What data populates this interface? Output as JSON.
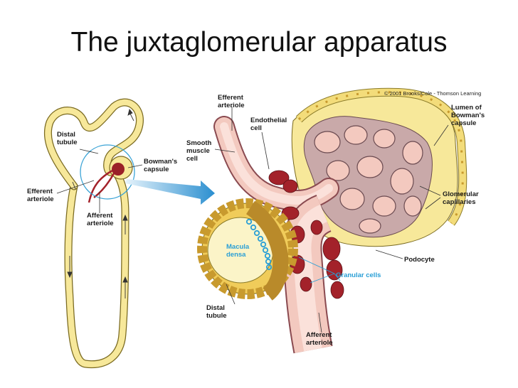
{
  "title": "The juxtaglomerular apparatus",
  "copyright": "© 2001 Brooks/Cole - Thomson Learning",
  "left_labels": {
    "distal_tubule": [
      "Distal",
      "tubule"
    ],
    "bowmans_capsule": [
      "Bowman's",
      "capsule"
    ],
    "efferent_arteriole": [
      "Efferent",
      "arteriole"
    ],
    "afferent_arteriole": [
      "Afferent",
      "arteriole"
    ]
  },
  "right_labels": {
    "efferent_arteriole": [
      "Efferent",
      "arteriole"
    ],
    "endothelial_cell": [
      "Endothelial",
      "cell"
    ],
    "smooth_muscle_cell": [
      "Smooth",
      "muscle",
      "cell"
    ],
    "lumen_of_bowmans_capsule": [
      "Lumen of",
      "Bowman's",
      "capsule"
    ],
    "glomerular_capillaries": [
      "Glomerular",
      "capillaries"
    ],
    "macula_densa": [
      "Macula",
      "densa"
    ],
    "podocyte": "Podocyte",
    "granular_cells": "Granular cells",
    "distal_tubule": [
      "Distal",
      "tubule"
    ],
    "afferent_arteriole": [
      "Afferent",
      "arteriole"
    ]
  },
  "colors": {
    "tubule": "#f7e89a",
    "tubule_outline": "#7a6a20",
    "capillary": "#f3c9bf",
    "granular": "#a3222a",
    "macula_densa": "#2a9fd6",
    "zoom_circle": "#3aa3d6"
  }
}
